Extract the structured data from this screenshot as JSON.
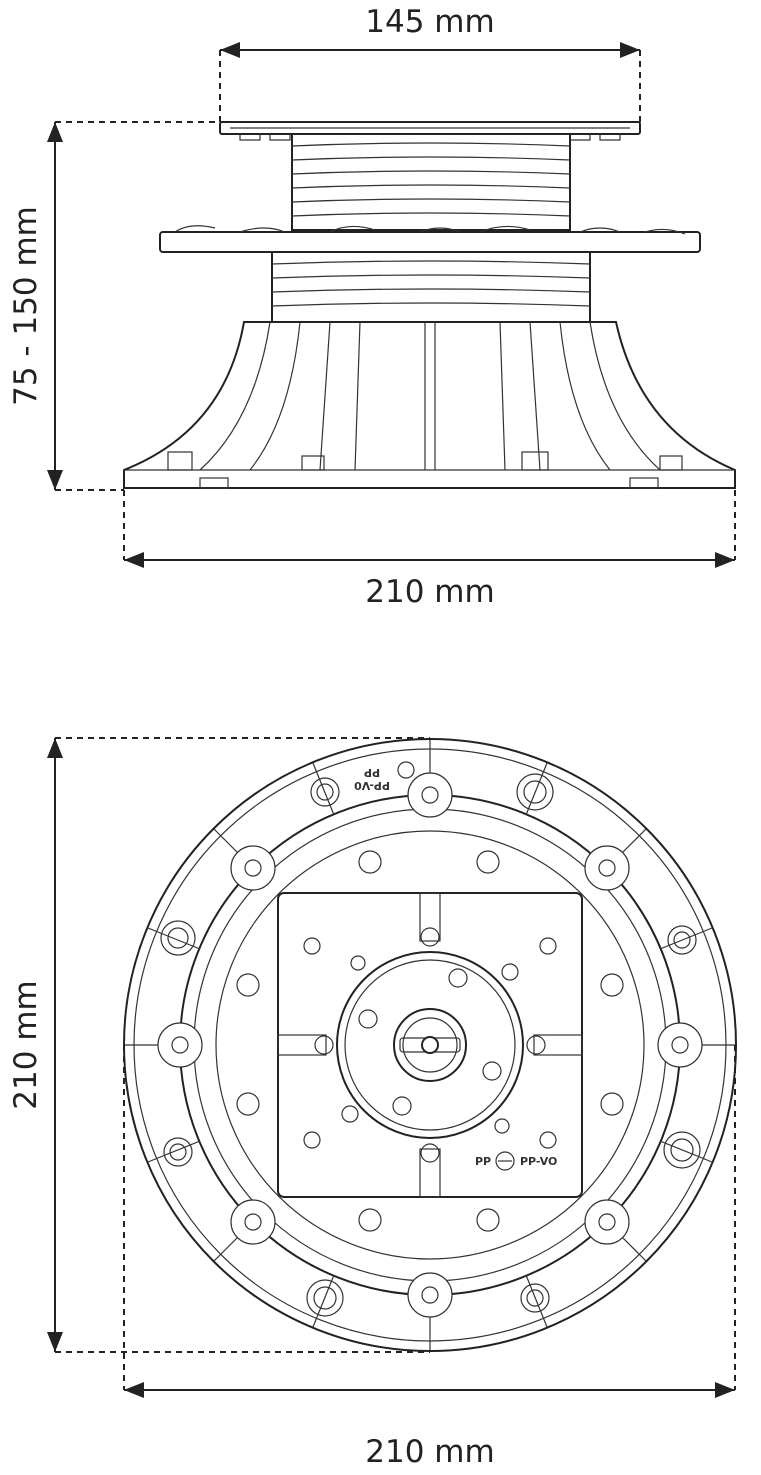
{
  "side_view": {
    "top_width_label": "145 mm",
    "height_label": "75 - 150 mm",
    "base_width_label": "210 mm"
  },
  "top_view": {
    "height_label": "210 mm",
    "width_label": "210 mm",
    "marking_top_a": "PP-V0",
    "marking_top_b": "PP",
    "marking_right_a": "PP",
    "marking_right_b": "PP-VO"
  }
}
